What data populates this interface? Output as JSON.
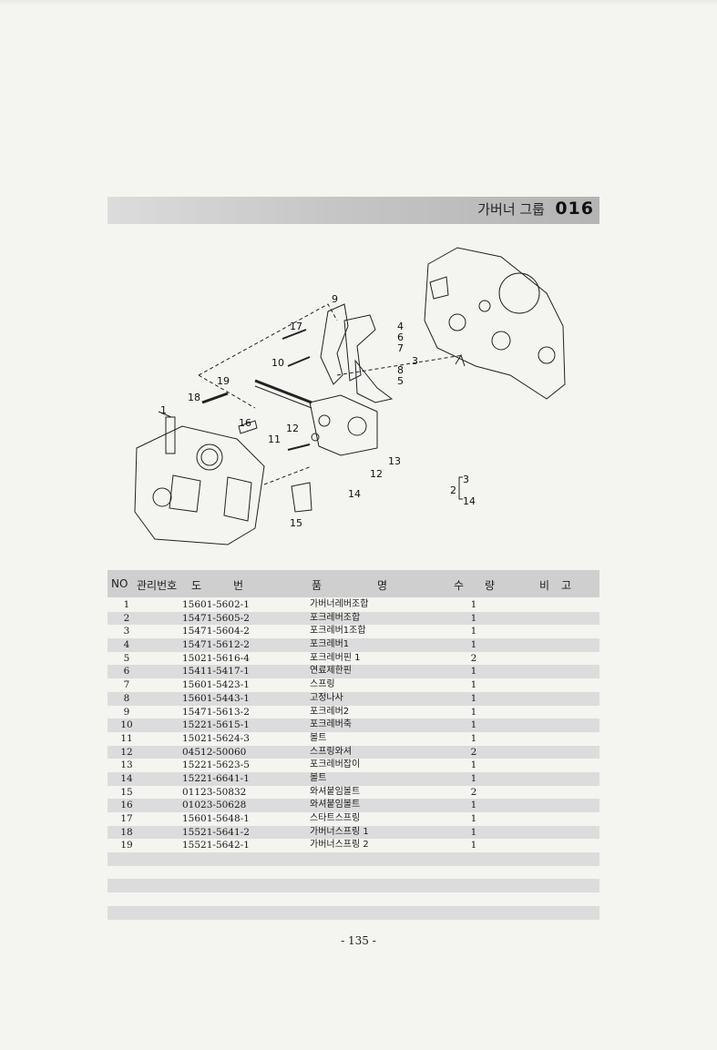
{
  "header": {
    "title": "가버너 그룹",
    "code": "016"
  },
  "diagram": {
    "callouts": [
      "1",
      "2",
      "3",
      "4",
      "5",
      "6",
      "7",
      "8",
      "9",
      "10",
      "11",
      "12",
      "13",
      "14",
      "15",
      "16",
      "17",
      "18",
      "19"
    ],
    "inset_labels": [
      "3",
      "2",
      "14"
    ]
  },
  "table": {
    "headers": {
      "no": "NO",
      "mgmt": "관리번호",
      "drawing": "도",
      "number": "번",
      "item": "품",
      "name": "명",
      "qty_a": "수",
      "qty_b": "량",
      "remark_a": "비",
      "remark_b": "고"
    },
    "rows": [
      {
        "no": "1",
        "part": "15601-5602-1",
        "name": "가버너레버조합",
        "qty": "1"
      },
      {
        "no": "2",
        "part": "15471-5605-2",
        "name": "포크레버조합",
        "qty": "1"
      },
      {
        "no": "3",
        "part": "15471-5604-2",
        "name": "포크레버1조합",
        "qty": "1"
      },
      {
        "no": "4",
        "part": "15471-5612-2",
        "name": "포크레버1",
        "qty": "1"
      },
      {
        "no": "5",
        "part": "15021-5616-4",
        "name": "포크레버핀 1",
        "qty": "2"
      },
      {
        "no": "6",
        "part": "15411-5417-1",
        "name": "연료제한핀",
        "qty": "1"
      },
      {
        "no": "7",
        "part": "15601-5423-1",
        "name": "스프링",
        "qty": "1"
      },
      {
        "no": "8",
        "part": "15601-5443-1",
        "name": "고정나사",
        "qty": "1"
      },
      {
        "no": "9",
        "part": "15471-5613-2",
        "name": "포크레버2",
        "qty": "1"
      },
      {
        "no": "10",
        "part": "15221-5615-1",
        "name": "포크레버축",
        "qty": "1"
      },
      {
        "no": "11",
        "part": "15021-5624-3",
        "name": "볼트",
        "qty": "1"
      },
      {
        "no": "12",
        "part": "04512-50060",
        "name": "스프링와셔",
        "qty": "2"
      },
      {
        "no": "13",
        "part": "15221-5623-5",
        "name": "포크레버잡이",
        "qty": "1"
      },
      {
        "no": "14",
        "part": "15221-6641-1",
        "name": "볼트",
        "qty": "1"
      },
      {
        "no": "15",
        "part": "01123-50832",
        "name": "와셔붙임볼트",
        "qty": "2"
      },
      {
        "no": "16",
        "part": "01023-50628",
        "name": "와셔붙임볼트",
        "qty": "1"
      },
      {
        "no": "17",
        "part": "15601-5648-1",
        "name": "스타트스프링",
        "qty": "1"
      },
      {
        "no": "18",
        "part": "15521-5641-2",
        "name": "가버너스프링 1",
        "qty": "1"
      },
      {
        "no": "19",
        "part": "15521-5642-1",
        "name": "가버너스프링 2",
        "qty": "1"
      }
    ]
  },
  "footer": {
    "page_number": "- 135 -"
  }
}
